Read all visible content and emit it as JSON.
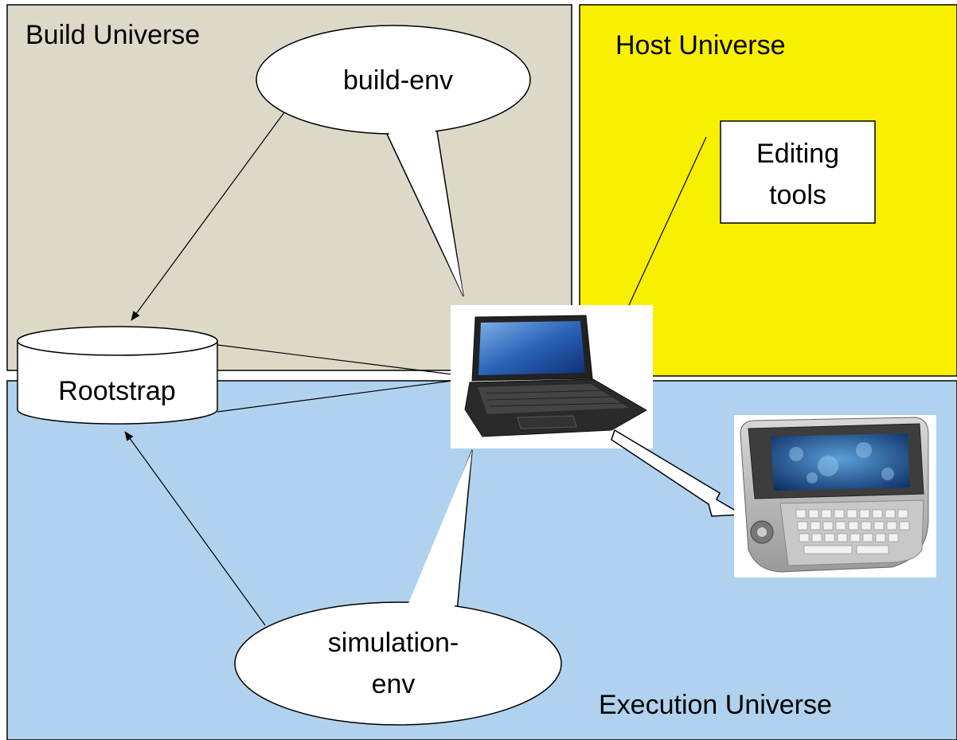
{
  "regions": {
    "build": {
      "label": "Build Universe",
      "color": "#ddd9c9"
    },
    "host": {
      "label": "Host Universe",
      "color": "#f8f000"
    },
    "execution": {
      "label": "Execution Universe",
      "color": "#b0d2ee"
    }
  },
  "nodes": {
    "build_env": {
      "label": "build-env"
    },
    "simulation_env": {
      "line1": "simulation-",
      "line2": "env"
    },
    "rootstrap": {
      "label": "Rootstrap"
    },
    "editing_tools": {
      "line1": "Editing",
      "line2": "tools"
    },
    "laptop": {
      "icon": "laptop-icon"
    },
    "device": {
      "icon": "handheld-device-icon"
    }
  }
}
